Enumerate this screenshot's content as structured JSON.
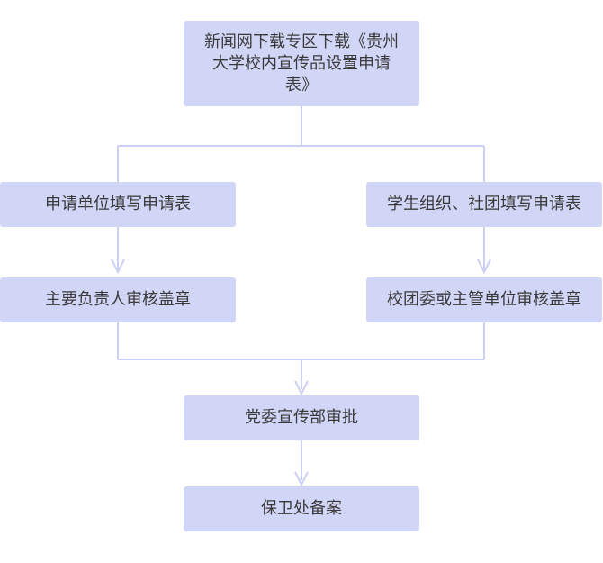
{
  "diagram": {
    "nodes": {
      "start": "新闻网下载专区下载《贵州大学校内宣传品设置申请表》",
      "left_fill": "申请单位填写申请表",
      "right_fill": "学生组织、社团填写申请表",
      "left_approve": "主要负责人审核盖章",
      "right_approve": "校团委或主管单位审核盖章",
      "party_approve": "党委宣传部审批",
      "security_file": "保卫处备案"
    },
    "colors": {
      "node_fill": "#d2d6f6",
      "line": "#ccd0f3",
      "text": "#3a3a3a"
    }
  }
}
